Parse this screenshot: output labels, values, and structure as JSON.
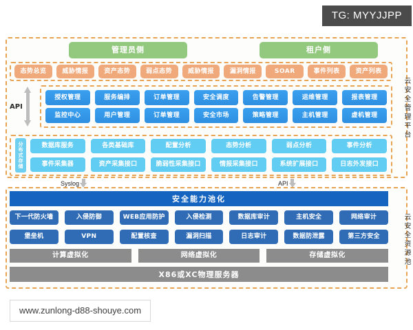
{
  "watermarks": {
    "tg": "TG: MYYJJPP",
    "url": "www.zunlong-d88-shouye.com"
  },
  "side_labels": {
    "top": "云安全管理平台",
    "bottom": "云安全资源池"
  },
  "header": {
    "admin_side": "管理员侧",
    "tenant_side": "租户侧"
  },
  "module_row": {
    "items": [
      {
        "label": "态势总览"
      },
      {
        "label": "威胁情报"
      },
      {
        "label": "资产态势"
      },
      {
        "label": "弱点态势"
      },
      {
        "label": "威胁情报"
      },
      {
        "label": "漏洞情报"
      },
      {
        "label": "SOAR"
      },
      {
        "label": "事件列表"
      },
      {
        "label": "资产列表"
      }
    ]
  },
  "api_left": {
    "label": "API",
    "arrow": "double-arrow-vertical-icon"
  },
  "platform": {
    "row1": [
      {
        "label": "授权管理"
      },
      {
        "label": "服务编排"
      },
      {
        "label": "订单管理"
      },
      {
        "label": "安全调度"
      },
      {
        "label": "告警管理"
      },
      {
        "label": "运维管理"
      },
      {
        "label": "报表管理"
      }
    ],
    "row2": [
      {
        "label": "监控中心"
      },
      {
        "label": "用户管理"
      },
      {
        "label": "订单管理"
      },
      {
        "label": "安全市场"
      },
      {
        "label": "策略管理"
      },
      {
        "label": "主机管理"
      },
      {
        "label": "虚机管理"
      }
    ]
  },
  "storage": {
    "vtab": "分布式存储",
    "row1": [
      {
        "label": "数据库服务"
      },
      {
        "label": "各类基础库"
      },
      {
        "label": "配置分析"
      },
      {
        "label": "态势分析"
      },
      {
        "label": "弱点分析"
      },
      {
        "label": "事件分析"
      }
    ],
    "row2": [
      {
        "label": "事件采集器"
      },
      {
        "label": "资产采集接口"
      },
      {
        "label": "脆弱性采集接口"
      },
      {
        "label": "情报采集接口"
      },
      {
        "label": "系统扩展接口"
      },
      {
        "label": "日志外发接口"
      }
    ]
  },
  "connectors": {
    "syslog": "Syslog",
    "api": "API"
  },
  "pool": {
    "title": "安全能力池化",
    "row1": [
      {
        "label": "下一代防火墙"
      },
      {
        "label": "入侵防御"
      },
      {
        "label": "WEB应用防护"
      },
      {
        "label": "入侵检测"
      },
      {
        "label": "数据库审计"
      },
      {
        "label": "主机安全"
      },
      {
        "label": "网络审计"
      }
    ],
    "row2": [
      {
        "label": "堡垒机"
      },
      {
        "label": "VPN"
      },
      {
        "label": "配置核查"
      },
      {
        "label": "漏洞扫描"
      },
      {
        "label": "日志审计"
      },
      {
        "label": "数据防泄露"
      },
      {
        "label": "第三方安全"
      }
    ]
  },
  "infrastructure": {
    "virtualization": [
      {
        "label": "计算虚拟化"
      },
      {
        "label": "网络虚拟化"
      },
      {
        "label": "存储虚拟化"
      }
    ],
    "server": "X86或XC物理服务器"
  },
  "colors": {
    "accent_orange": "#e8a352",
    "green_pill": "#93c97f",
    "orange_chip": "#f0a97b",
    "blue_chip": "#3aa0ef",
    "teal_chip": "#62cdf2",
    "pool_bar": "#1565c0",
    "cap_chip": "#2f6cb5",
    "gray": "#8c8c8c"
  }
}
